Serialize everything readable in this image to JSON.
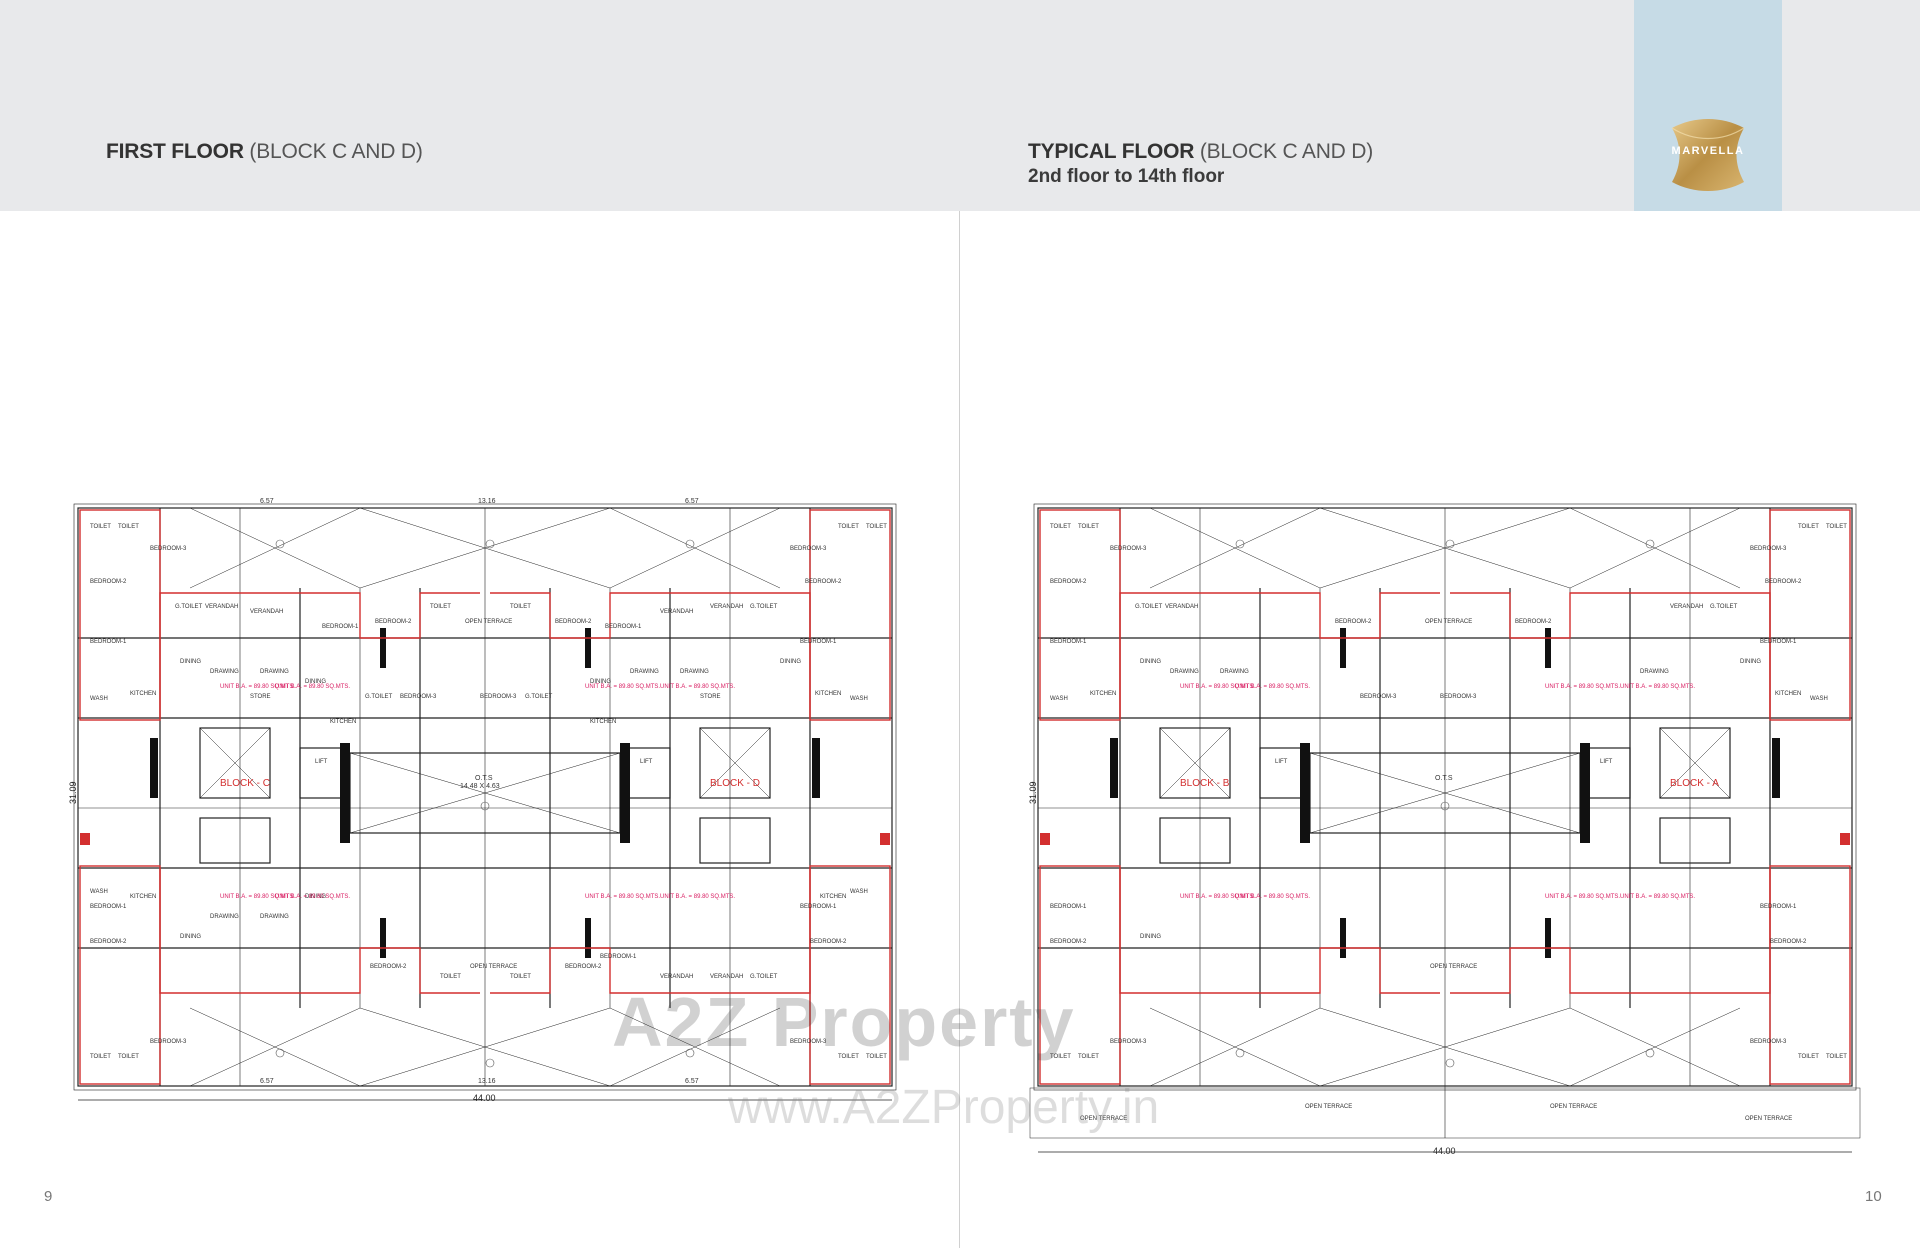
{
  "left_page": {
    "title_bold": "FIRST FLOOR",
    "title_paren": " (BLOCK C AND D)",
    "page_number": "9",
    "plan": {
      "width_dim": "44.00",
      "height_dim": "31.09",
      "blocks": [
        "BLOCK - C",
        "BLOCK - D"
      ],
      "ots_label": "O.T.S",
      "ots_dim": "14.48 X 4.63",
      "lift_label": "LIFT",
      "rooms": [
        "TOILET",
        "BEDROOM-1",
        "BEDROOM-2",
        "BEDROOM-3",
        "KITCHEN",
        "DINING",
        "DRAWING",
        "VERANDAH",
        "WASH",
        "STORE",
        "G.TOILET",
        "OPEN TERRACE"
      ],
      "top_dims": [
        "6.57",
        "13.16",
        "6.57"
      ],
      "bottom_dims": [
        "6.57",
        "13.16",
        "6.57"
      ]
    }
  },
  "right_page": {
    "title_bold": "TYPICAL FLOOR",
    "title_paren": " (BLOCK C AND D)",
    "subtitle": "2nd floor to 14th floor",
    "page_number": "10",
    "plan": {
      "width_dim": "44.00",
      "height_dim": "31.09",
      "blocks": [
        "BLOCK - B",
        "BLOCK - A"
      ],
      "ots_label": "O.T.S",
      "terraces": [
        "OPEN TERRACE",
        "OPEN TERRACE",
        "OPEN TERRACE",
        "OPEN TERRACE"
      ]
    }
  },
  "logo": {
    "text": "MARVELLA",
    "icon": "marvella-logo-icon"
  },
  "watermark": {
    "brand": "A2Z Property",
    "url": "www.A2ZProperty.in"
  },
  "colors": {
    "header_bg": "#e8e9eb",
    "logo_panel": "#c6dbe6",
    "gold": "#c9a45c",
    "wall": "#222222",
    "red_outline": "#d32f2f",
    "magenta_text": "#d81b60"
  }
}
